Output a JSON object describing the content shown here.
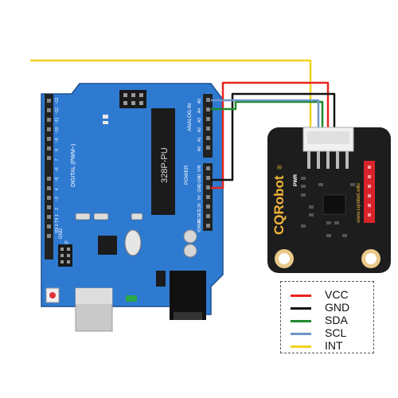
{
  "arduino": {
    "chip_label": "328P-PU",
    "digital_label": "DIGITAL (PWM~)",
    "analog_label": "ANALOG IN",
    "power_label": "POWER",
    "aref_label": "AREF",
    "gnd_label": "GND",
    "digital_pins": [
      "~13",
      "~12",
      "~11",
      "~10",
      "~9",
      "8",
      "7",
      "~6",
      "~5",
      "4",
      "~3",
      "2",
      "TX 1",
      "RX 0"
    ],
    "analog_pins": [
      "A5",
      "A4",
      "A3",
      "A2",
      "A1",
      "A0"
    ],
    "power_pins": [
      "VIN",
      "GND",
      "GND",
      "5V",
      "3.3V",
      "RESET",
      "IOREF"
    ]
  },
  "module": {
    "brand": "CQRobot",
    "registered": "®",
    "pwr_label": "PWR",
    "website": "www.cqrobot.wiki"
  },
  "legend": {
    "items": [
      {
        "label": "VCC",
        "color": "#e8231f"
      },
      {
        "label": "GND",
        "color": "#111111"
      },
      {
        "label": "SDA",
        "color": "#1f8a2e"
      },
      {
        "label": "SCL",
        "color": "#6e96c8"
      },
      {
        "label": "INT",
        "color": "#f2d21e"
      }
    ]
  },
  "wire_colors": {
    "vcc": "#e8231f",
    "gnd": "#111111",
    "sda": "#1f8a2e",
    "scl": "#6e96c8",
    "int": "#f2d21e"
  }
}
